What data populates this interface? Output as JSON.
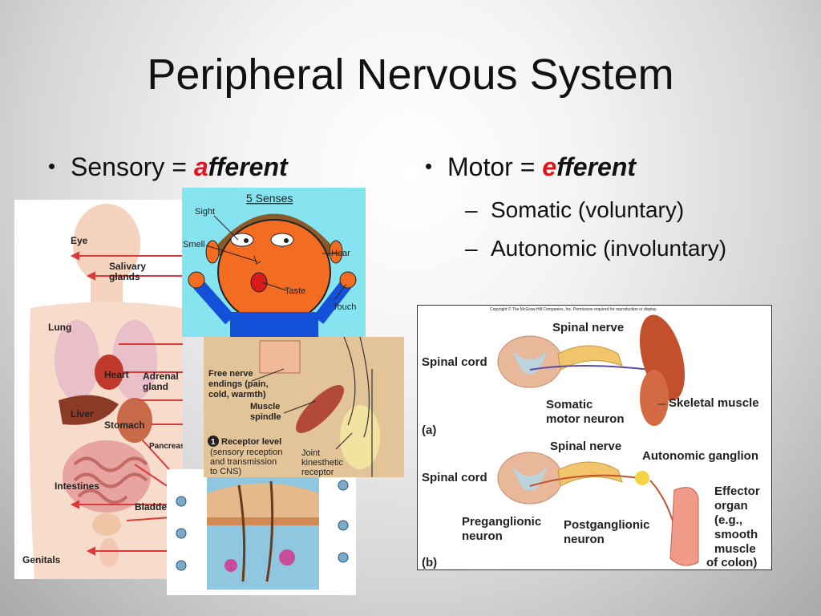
{
  "slide": {
    "title": "Peripheral Nervous System",
    "left_bullet": {
      "prefix": "Sensory = ",
      "first_letter": "a",
      "rest": "fferent"
    },
    "right_bullet": {
      "prefix": "Motor = ",
      "first_letter": "e",
      "rest": "fferent"
    },
    "sub_bullets": [
      "Somatic (voluntary)",
      "Autonomic (involuntary)"
    ]
  },
  "body_diagram": {
    "labels": [
      "Eye",
      "Salivary",
      "glands",
      "Lung",
      "Heart",
      "Adrenal",
      "gland",
      "Liver",
      "Stomach",
      "Pancreas",
      "Intestines",
      "Bladder",
      "Genitals"
    ]
  },
  "senses_cartoon": {
    "title": "5 Senses",
    "labels": [
      "Sight",
      "Smell",
      "Hear",
      "Taste",
      "Touch"
    ]
  },
  "receptor_panel": {
    "free_nerve": [
      "Free nerve",
      "endings (pain,",
      "cold, warmth)"
    ],
    "muscle": [
      "Muscle",
      "spindle"
    ],
    "level_num": "1",
    "level_title": "Receptor level",
    "level_desc": [
      "(sensory reception",
      "and transmission",
      "to CNS)"
    ],
    "joint": [
      "Joint",
      "kinesthetic",
      "receptor"
    ]
  },
  "skin_panel": {},
  "motor_diagram": {
    "copyright": "Copyright © The McGraw-Hill Companies, Inc. Permission required for reproduction or display.",
    "a": {
      "spinal_nerve": "Spinal nerve",
      "spinal_cord": "Spinal cord",
      "somatic": [
        "Somatic",
        "motor neuron"
      ],
      "skeletal": "Skeletal muscle",
      "tag": "(a)"
    },
    "b": {
      "spinal_nerve": "Spinal nerve",
      "ganglion": "Autonomic ganglion",
      "spinal_cord": "Spinal cord",
      "pre": [
        "Preganglionic",
        "neuron"
      ],
      "post": [
        "Postganglionic",
        "neuron"
      ],
      "effector": [
        "Effector",
        "organ",
        "(e.g.,",
        "smooth",
        "muscle",
        "of colon)"
      ],
      "tag": "(b)"
    }
  }
}
